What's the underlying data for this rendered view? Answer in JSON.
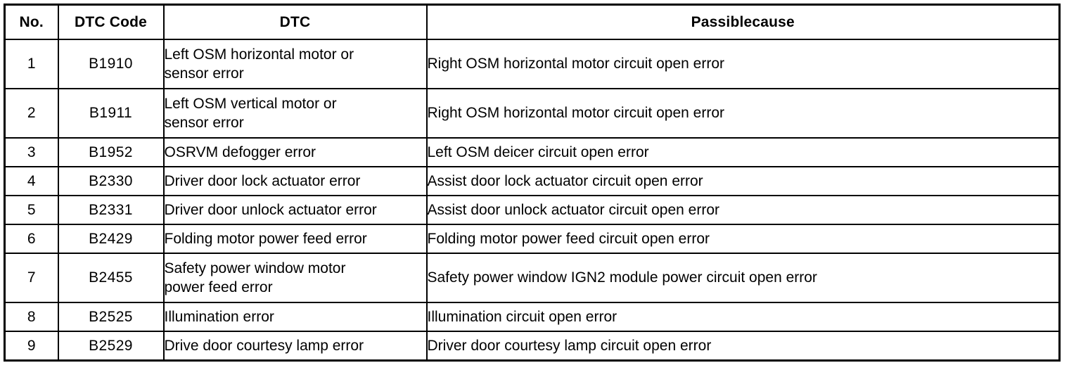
{
  "table": {
    "columns": [
      {
        "key": "no",
        "label": "No."
      },
      {
        "key": "code",
        "label": "DTC Code"
      },
      {
        "key": "dtc",
        "label": "DTC"
      },
      {
        "key": "cause",
        "label": "Passiblecause"
      }
    ],
    "rows": [
      {
        "no": "1",
        "code": "B1910",
        "dtc": "Left OSM horizontal motor or\nsensor error",
        "cause": "Right OSM horizontal motor circuit open error",
        "tall": true
      },
      {
        "no": "2",
        "code": "B1911",
        "dtc": "Left OSM vertical motor or\nsensor error",
        "cause": "Right OSM horizontal motor circuit open error",
        "tall": true
      },
      {
        "no": "3",
        "code": "B1952",
        "dtc": "OSRVM defogger error",
        "cause": "Left OSM deicer circuit open error",
        "tall": false
      },
      {
        "no": "4",
        "code": "B2330",
        "dtc": "Driver door lock actuator error",
        "cause": "Assist door lock actuator circuit open error",
        "tall": false
      },
      {
        "no": "5",
        "code": "B2331",
        "dtc": "Driver door unlock actuator error",
        "cause": "Assist door unlock actuator circuit open error",
        "tall": false
      },
      {
        "no": "6",
        "code": "B2429",
        "dtc": "Folding motor power feed error",
        "cause": "Folding motor power feed circuit open error",
        "tall": false
      },
      {
        "no": "7",
        "code": "B2455",
        "dtc": "Safety power window motor\npower feed error",
        "cause": "Safety power window IGN2 module power circuit open error",
        "tall": true
      },
      {
        "no": "8",
        "code": "B2525",
        "dtc": "Illumination error",
        "cause": "Illumination circuit open error",
        "tall": false
      },
      {
        "no": "9",
        "code": "B2529",
        "dtc": "Drive door courtesy lamp error",
        "cause": "Driver door courtesy lamp circuit open error",
        "tall": false
      }
    ]
  },
  "style": {
    "border_color": "#000000",
    "text_color": "#000000",
    "background": "#ffffff"
  }
}
